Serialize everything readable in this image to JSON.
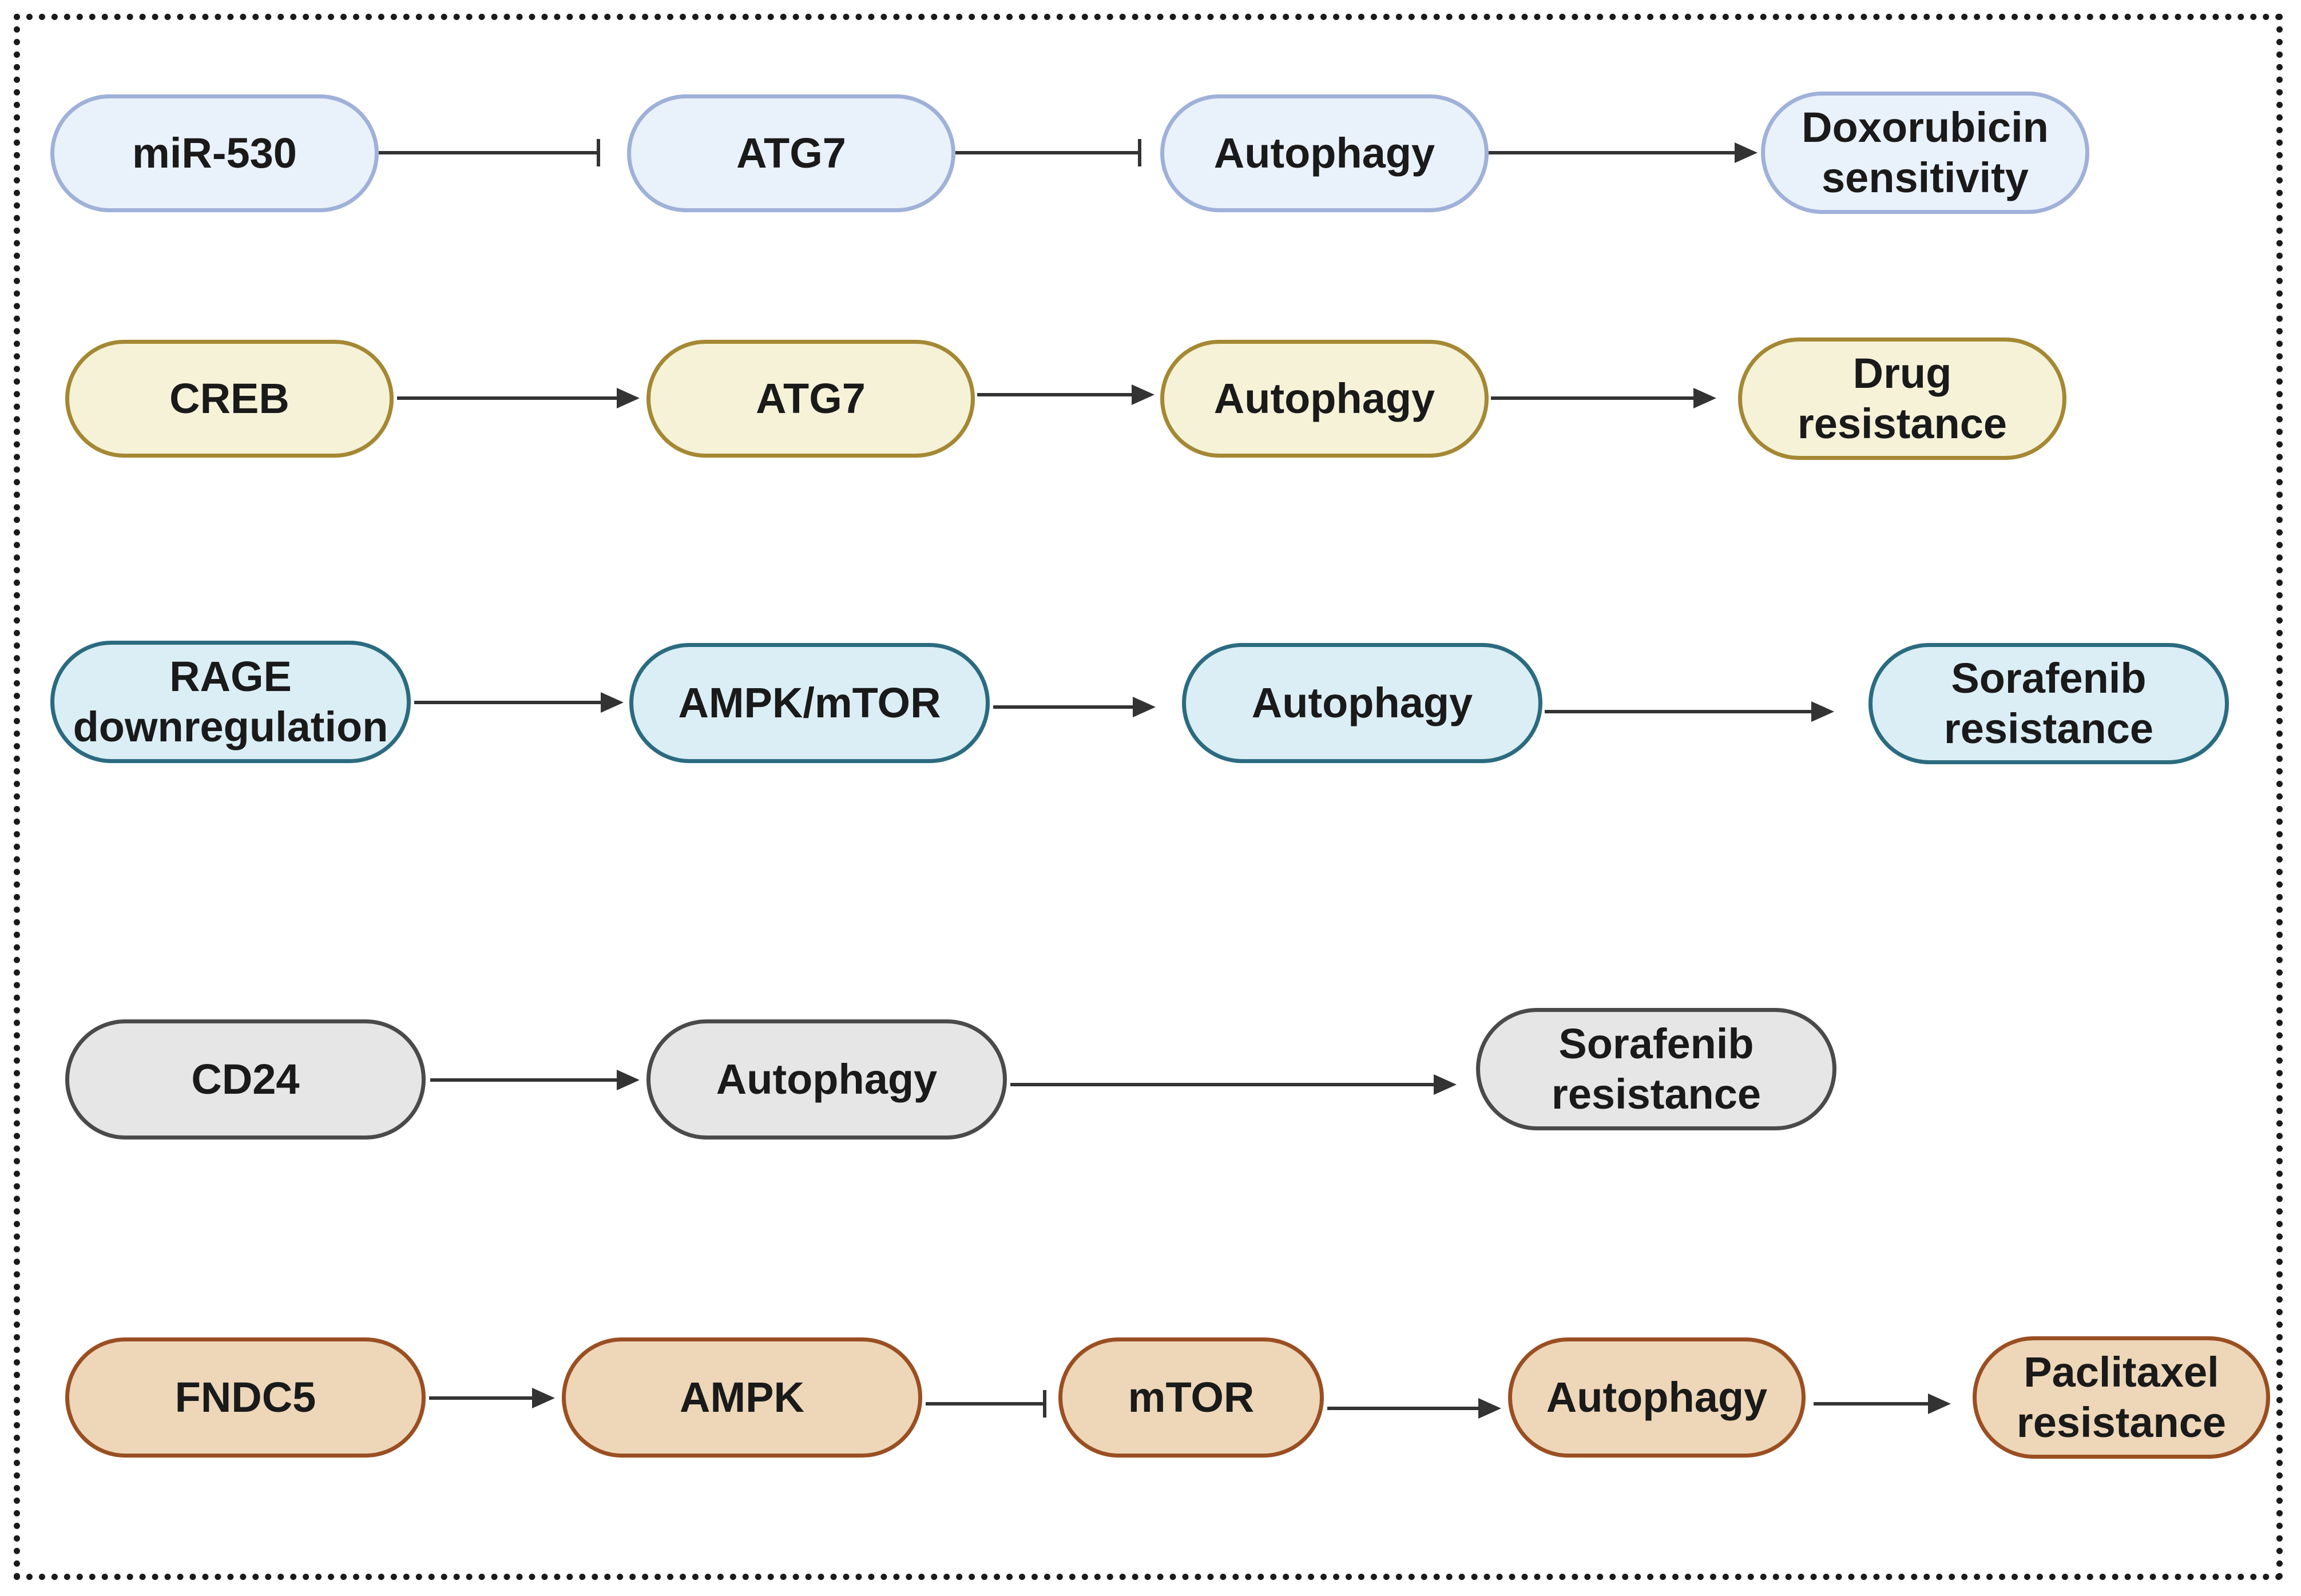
{
  "pathways": [
    {
      "nodes": [
        "miR-530",
        "ATG7",
        "Autophagy",
        "Doxorubicin\nsensitivity"
      ],
      "links": [
        "inhibits",
        "inhibits",
        "promotes"
      ]
    },
    {
      "nodes": [
        "CREB",
        "ATG7",
        "Autophagy",
        "Drug\nresistance"
      ],
      "links": [
        "promotes",
        "promotes",
        "promotes"
      ]
    },
    {
      "nodes": [
        "RAGE\ndownregulation",
        "AMPK/mTOR",
        "Autophagy",
        "Sorafenib\nresistance"
      ],
      "links": [
        "promotes",
        "promotes",
        "promotes"
      ]
    },
    {
      "nodes": [
        "CD24",
        "Autophagy",
        "Sorafenib\nresistance"
      ],
      "links": [
        "promotes",
        "promotes"
      ]
    },
    {
      "nodes": [
        "FNDC5",
        "AMPK",
        "mTOR",
        "Autophagy",
        "Paclitaxel\nresistance"
      ],
      "links": [
        "promotes",
        "inhibits",
        "promotes",
        "promotes"
      ]
    }
  ]
}
